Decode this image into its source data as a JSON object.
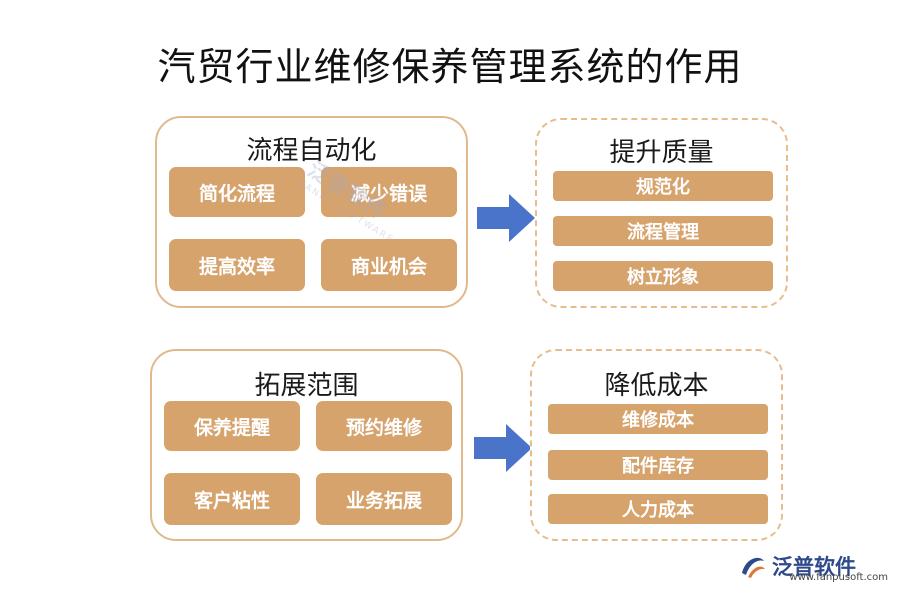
{
  "title": "汽贸行业维修保养管理系统的作用",
  "groups": {
    "automation": {
      "title": "流程自动化",
      "items": [
        "简化流程",
        "减少错误",
        "提高效率",
        "商业机会"
      ]
    },
    "quality": {
      "title": "提升质量",
      "items": [
        "规范化",
        "流程管理",
        "树立形象"
      ]
    },
    "expansion": {
      "title": "拓展范围",
      "items": [
        "保养提醒",
        "预约维修",
        "客户粘性",
        "业务拓展"
      ]
    },
    "cost": {
      "title": "降低成本",
      "items": [
        "维修成本",
        "配件库存",
        "人力成本"
      ]
    }
  },
  "watermark": {
    "text": "泛普软件",
    "sub": "FANPU SOFTWARE"
  },
  "logo": {
    "text": "泛普软件",
    "url": "www.fanpusoft.com"
  },
  "colors": {
    "box_fill": "#d6a36d",
    "border": "#e0b98e",
    "arrow": "#4a74c9",
    "logo": "#2f4a8a"
  }
}
